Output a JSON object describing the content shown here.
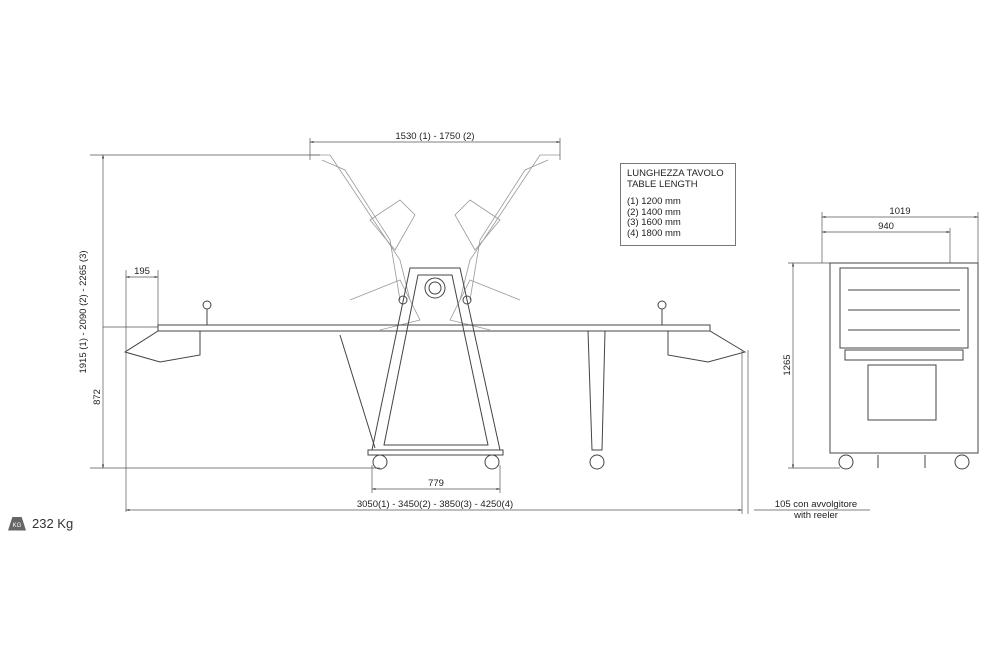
{
  "dimensions": {
    "total_height": "1915 (1) - 2090 (2) - 2265 (3)",
    "arm_span": "1530 (1) - 1750 (2)",
    "table_end": "195",
    "table_height": "872",
    "base_width": "779",
    "total_length": "3050(1) - 3450(2) - 3850(3) - 4250(4)",
    "reeler_extra_line1": "105 con avvolgitore",
    "reeler_extra_line2": "with reeler",
    "side_outer_width": "1019",
    "side_inner_width": "940",
    "side_height": "1265"
  },
  "legend": {
    "title_it": "LUNGHEZZA TAVOLO",
    "title_en": "TABLE LENGTH",
    "items": [
      "(1) 1200 mm",
      "(2) 1400 mm",
      "(3) 1600 mm",
      "(4) 1800 mm"
    ]
  },
  "weight": {
    "icon": "weight-kg-icon",
    "icon_label": "KG",
    "value": "232 Kg"
  }
}
